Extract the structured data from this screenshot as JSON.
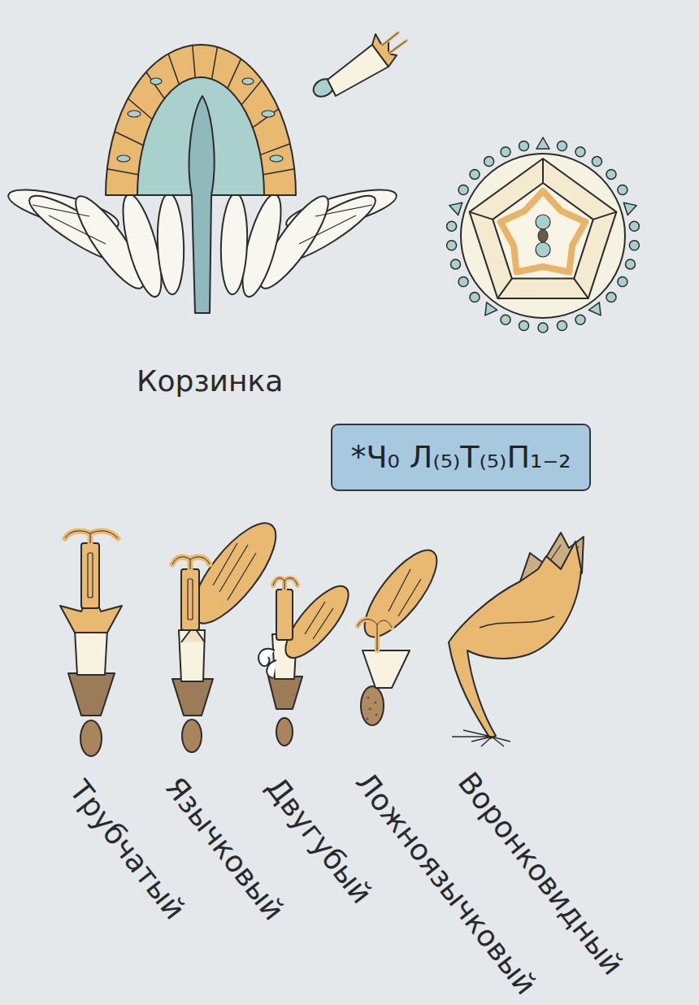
{
  "diagram": {
    "nodes": [
      {
        "text": [
          "*Ч₀ Л₍₅₎Т₍₅₎П₁₋₂"
        ]
      }
    ],
    "labels": [
      "Корзинка",
      "Трубчатый",
      "Язычковый",
      "Двугубый",
      "Ложноязычковый",
      "Воронковидный"
    ]
  }
}
